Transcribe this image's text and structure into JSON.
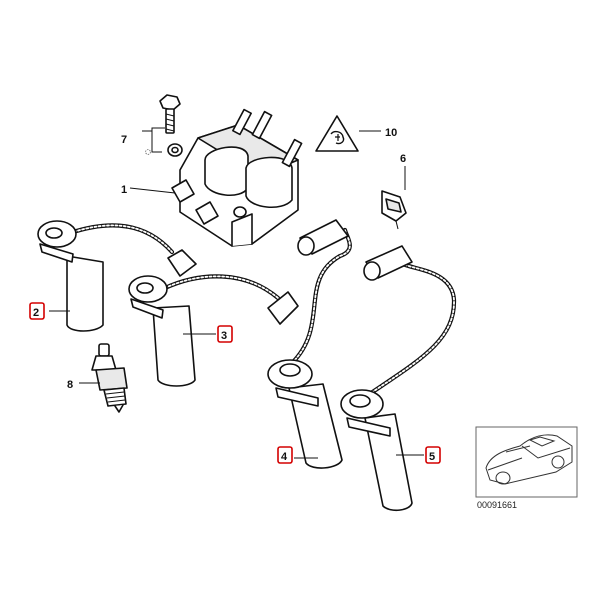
{
  "callouts": {
    "c1": "1",
    "c2": "2",
    "c3": "3",
    "c4": "4",
    "c5": "5",
    "c6": "6",
    "c7": "7",
    "c8": "8",
    "c10": "10"
  },
  "highlighted_callouts": [
    "2",
    "3",
    "4",
    "5"
  ],
  "highlight_color": "#d40000",
  "reference_number": "00091661"
}
